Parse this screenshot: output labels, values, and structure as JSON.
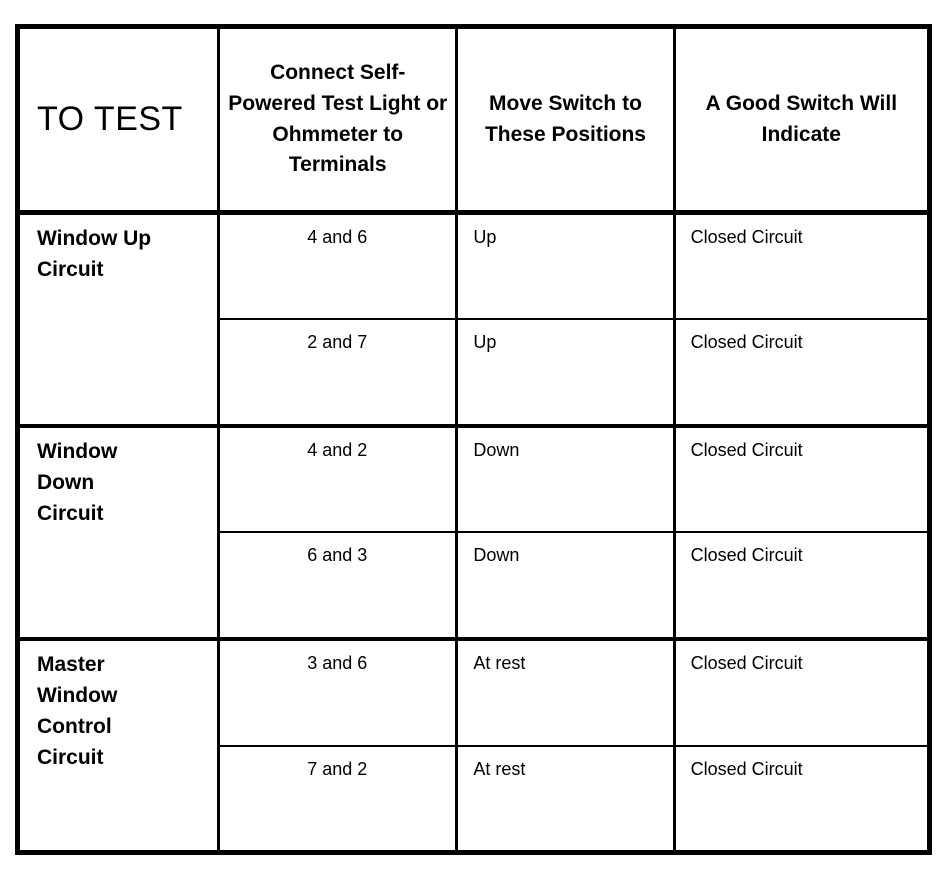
{
  "table": {
    "headers": {
      "to_test": "TO\nTEST",
      "terminals": "Connect Self-\nPowered Test\nLight or\nOhmmeter to\nTerminals",
      "positions": "Move\nSwitch\nto These\nPositions",
      "indicate": "A Good Switch\nWill Indicate"
    },
    "groups": [
      {
        "name": "Window Up\nCircuit",
        "rows": [
          {
            "terminals": "4 and 6",
            "position": "Up",
            "indicate": "Closed Circuit"
          },
          {
            "terminals": "2 and 7",
            "position": "Up",
            "indicate": "Closed Circuit"
          }
        ]
      },
      {
        "name": "Window\nDown\nCircuit",
        "rows": [
          {
            "terminals": "4 and 2",
            "position": "Down",
            "indicate": "Closed Circuit"
          },
          {
            "terminals": "6 and 3",
            "position": "Down",
            "indicate": "Closed Circuit"
          }
        ]
      },
      {
        "name": "Master\nWindow\nControl\nCircuit",
        "rows": [
          {
            "terminals": "3 and 6",
            "position": "At rest",
            "indicate": "Closed Circuit"
          },
          {
            "terminals": "7 and 2",
            "position": "At rest",
            "indicate": "Closed Circuit"
          }
        ]
      }
    ]
  },
  "colors": {
    "ink": "#000000",
    "paper": "#ffffff"
  }
}
